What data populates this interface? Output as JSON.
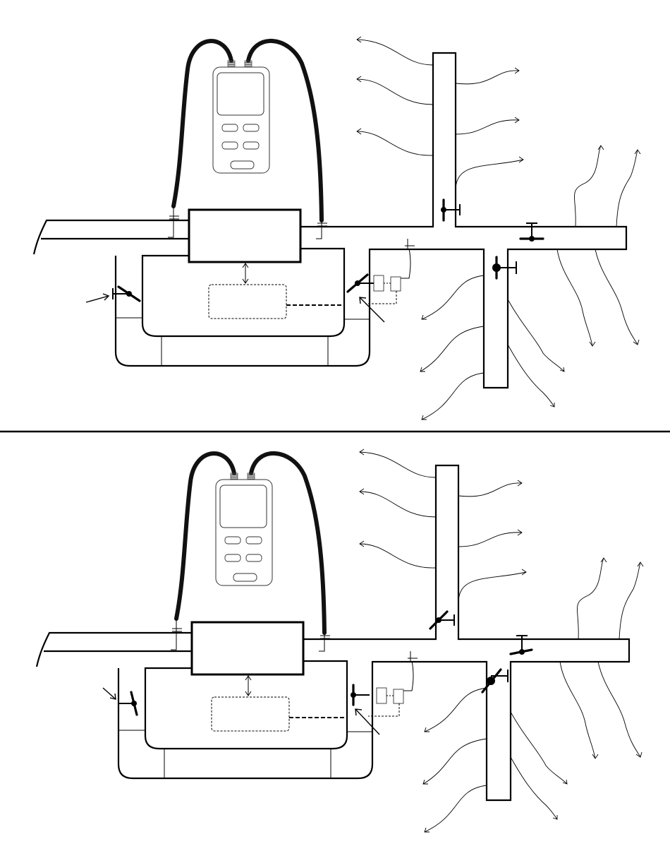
{
  "figure": {
    "panels": [
      {
        "id": "top",
        "damper_positions": [
          "closed",
          "closed",
          "open",
          "open"
        ]
      },
      {
        "id": "bottom",
        "damper_positions": [
          "open",
          "partially-open",
          "partially-open",
          "partially-open"
        ]
      }
    ],
    "components": [
      "digital-manometer-icon",
      "pressure-hose",
      "static-pressure-tap",
      "air-handler-box",
      "blower-compartment",
      "return-plenum",
      "supply-trunk-duct",
      "balancing-damper-icon",
      "motorized-zone-damper-icon",
      "air-flow-arrow"
    ],
    "colors": {
      "line": "#000000",
      "background": "#ffffff"
    }
  }
}
